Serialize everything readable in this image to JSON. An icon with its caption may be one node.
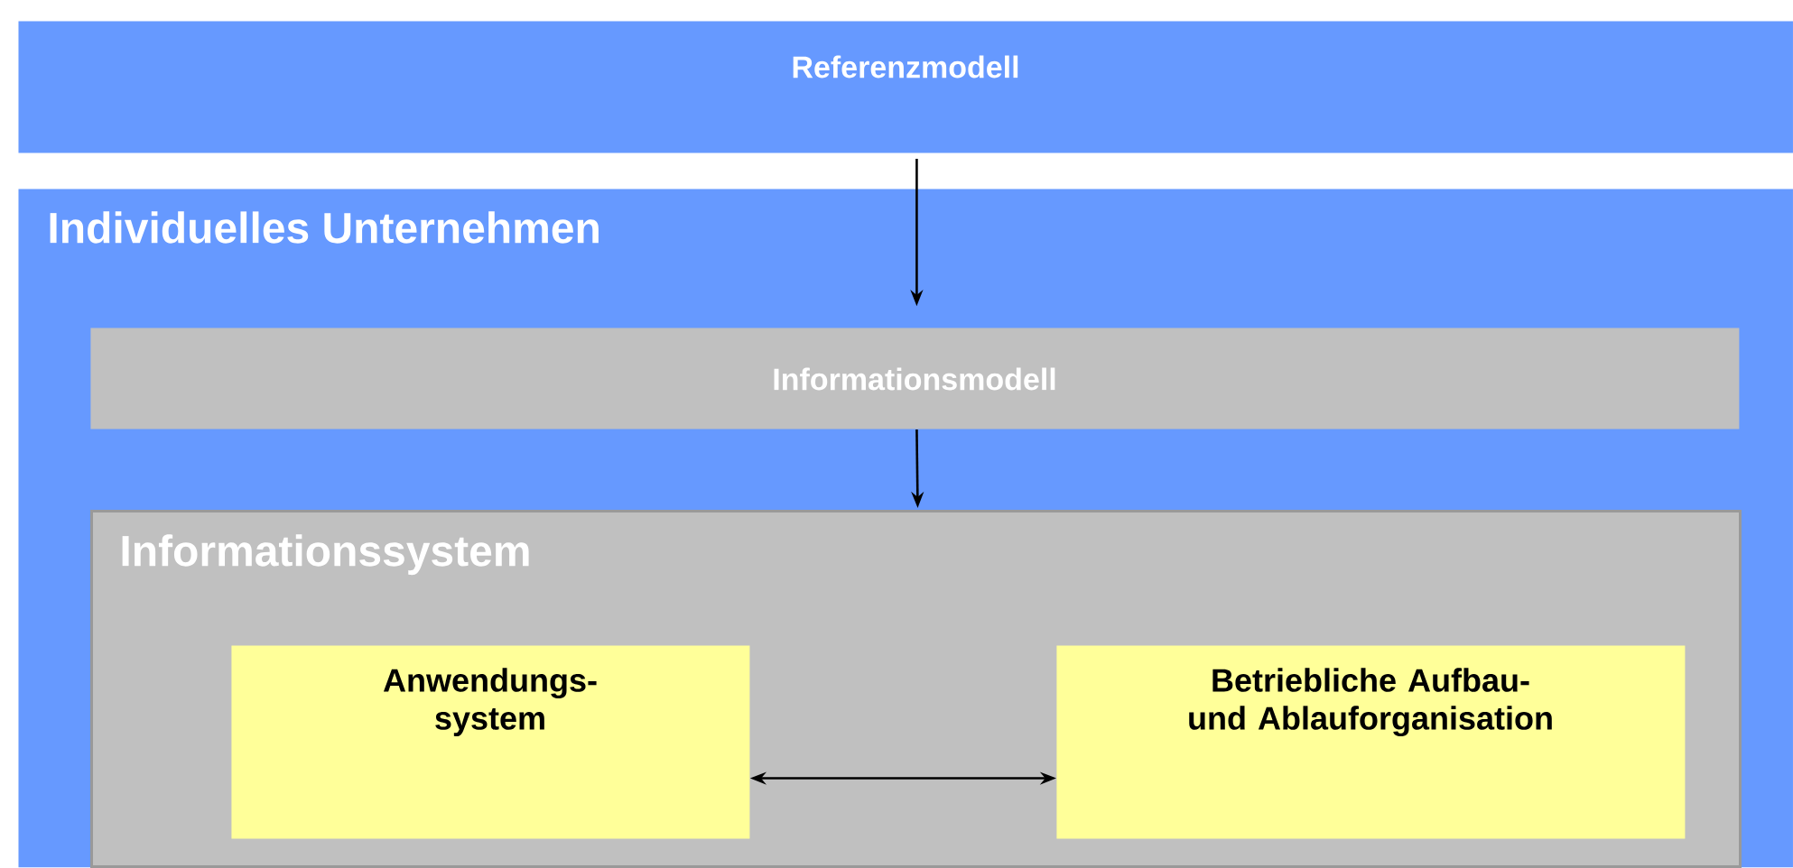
{
  "diagram": {
    "nodes": [
      {
        "text": [
          "Referenzmodell"
        ]
      },
      {
        "text": [
          "Individuelles Unternehmen"
        ]
      },
      {
        "text": [
          "Informationsmodell"
        ],
        "in": 1
      },
      {
        "text": [
          "Informationssystem"
        ],
        "in": 1
      },
      {
        "text": [
          "Anwendungs- system"
        ],
        "in": 3
      },
      {
        "text": [
          "Betriebliche Aufbau- und Ablauforganisation"
        ],
        "in": 3
      }
    ],
    "edges": [
      {
        "from": 0,
        "to": 2,
        "arrow": "to"
      },
      {
        "from": 2,
        "to": 3,
        "arrow": "to"
      },
      {
        "from": 4,
        "to": 5,
        "arrow": "both"
      }
    ]
  }
}
